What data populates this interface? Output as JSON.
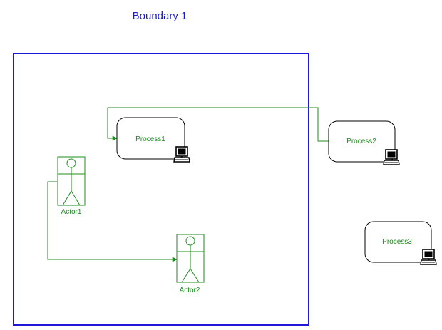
{
  "boundary": {
    "label": "Boundary 1",
    "color": "#1a1ad6"
  },
  "colors": {
    "element": "#1e8c1e",
    "process_border": "#000000",
    "icon": "#000000"
  },
  "processes": [
    {
      "id": "process1",
      "label": "Process1",
      "icon": "computer-icon"
    },
    {
      "id": "process2",
      "label": "Process2",
      "icon": "computer-icon"
    },
    {
      "id": "process3",
      "label": "Process3",
      "icon": "computer-icon"
    }
  ],
  "actors": [
    {
      "id": "actor1",
      "label": "Actor1",
      "icon": "stick-figure-icon"
    },
    {
      "id": "actor2",
      "label": "Actor2",
      "icon": "stick-figure-icon"
    }
  ],
  "connectors": [
    {
      "from": "process2",
      "to": "process1"
    },
    {
      "from": "actor1",
      "to": "actor2"
    }
  ]
}
